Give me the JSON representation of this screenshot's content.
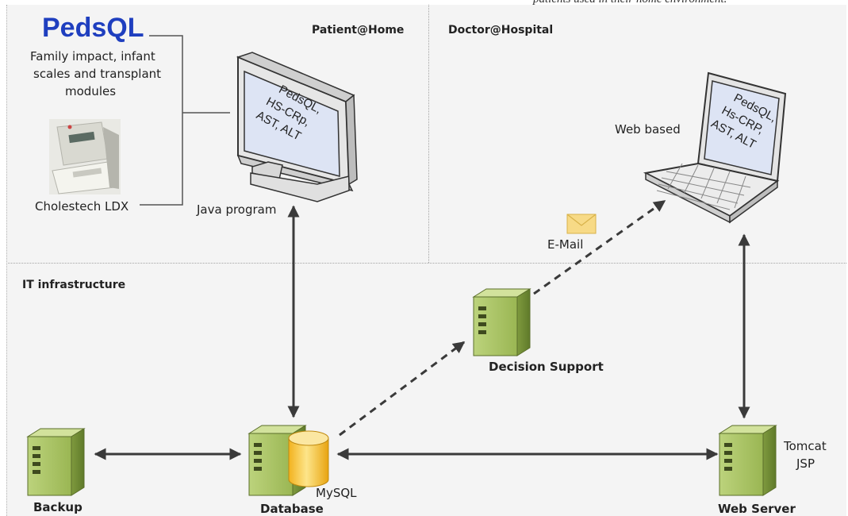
{
  "caption_fragment": "patients used in their home environment.",
  "sections": {
    "patient_home": "Patient@Home",
    "doctor_hospital": "Doctor@Hospital",
    "it_infrastructure": "IT infrastructure"
  },
  "pedsql": {
    "logo_text": "PedsQL",
    "description_lines": [
      "Family impact, infant",
      "scales and transplant",
      "modules"
    ]
  },
  "device_label": "Cholestech LDX",
  "monitor": {
    "screen_lines": [
      "PedsQL,",
      "HS-CRp,",
      "AST, ALT"
    ],
    "label": "Java program"
  },
  "laptop": {
    "screen_lines": [
      "PedsQL,",
      "Hs-CRP,",
      "AST, ALT"
    ],
    "label": "Web based"
  },
  "email_label": "E-Mail",
  "servers": {
    "decision_support": "Decision Support",
    "backup": "Backup",
    "database": "Database",
    "mysql": "MySQL",
    "web_server": "Web Server",
    "tomcat_lines": [
      "Tomcat",
      "JSP"
    ]
  },
  "colors": {
    "server_green": "#a9c26a",
    "server_dark": "#6f8a35",
    "screen_blue": "#dde4f4",
    "logo_blue": "#1f3fbf",
    "db_yellow": "#f6cf4a",
    "envelope": "#f7da86"
  }
}
